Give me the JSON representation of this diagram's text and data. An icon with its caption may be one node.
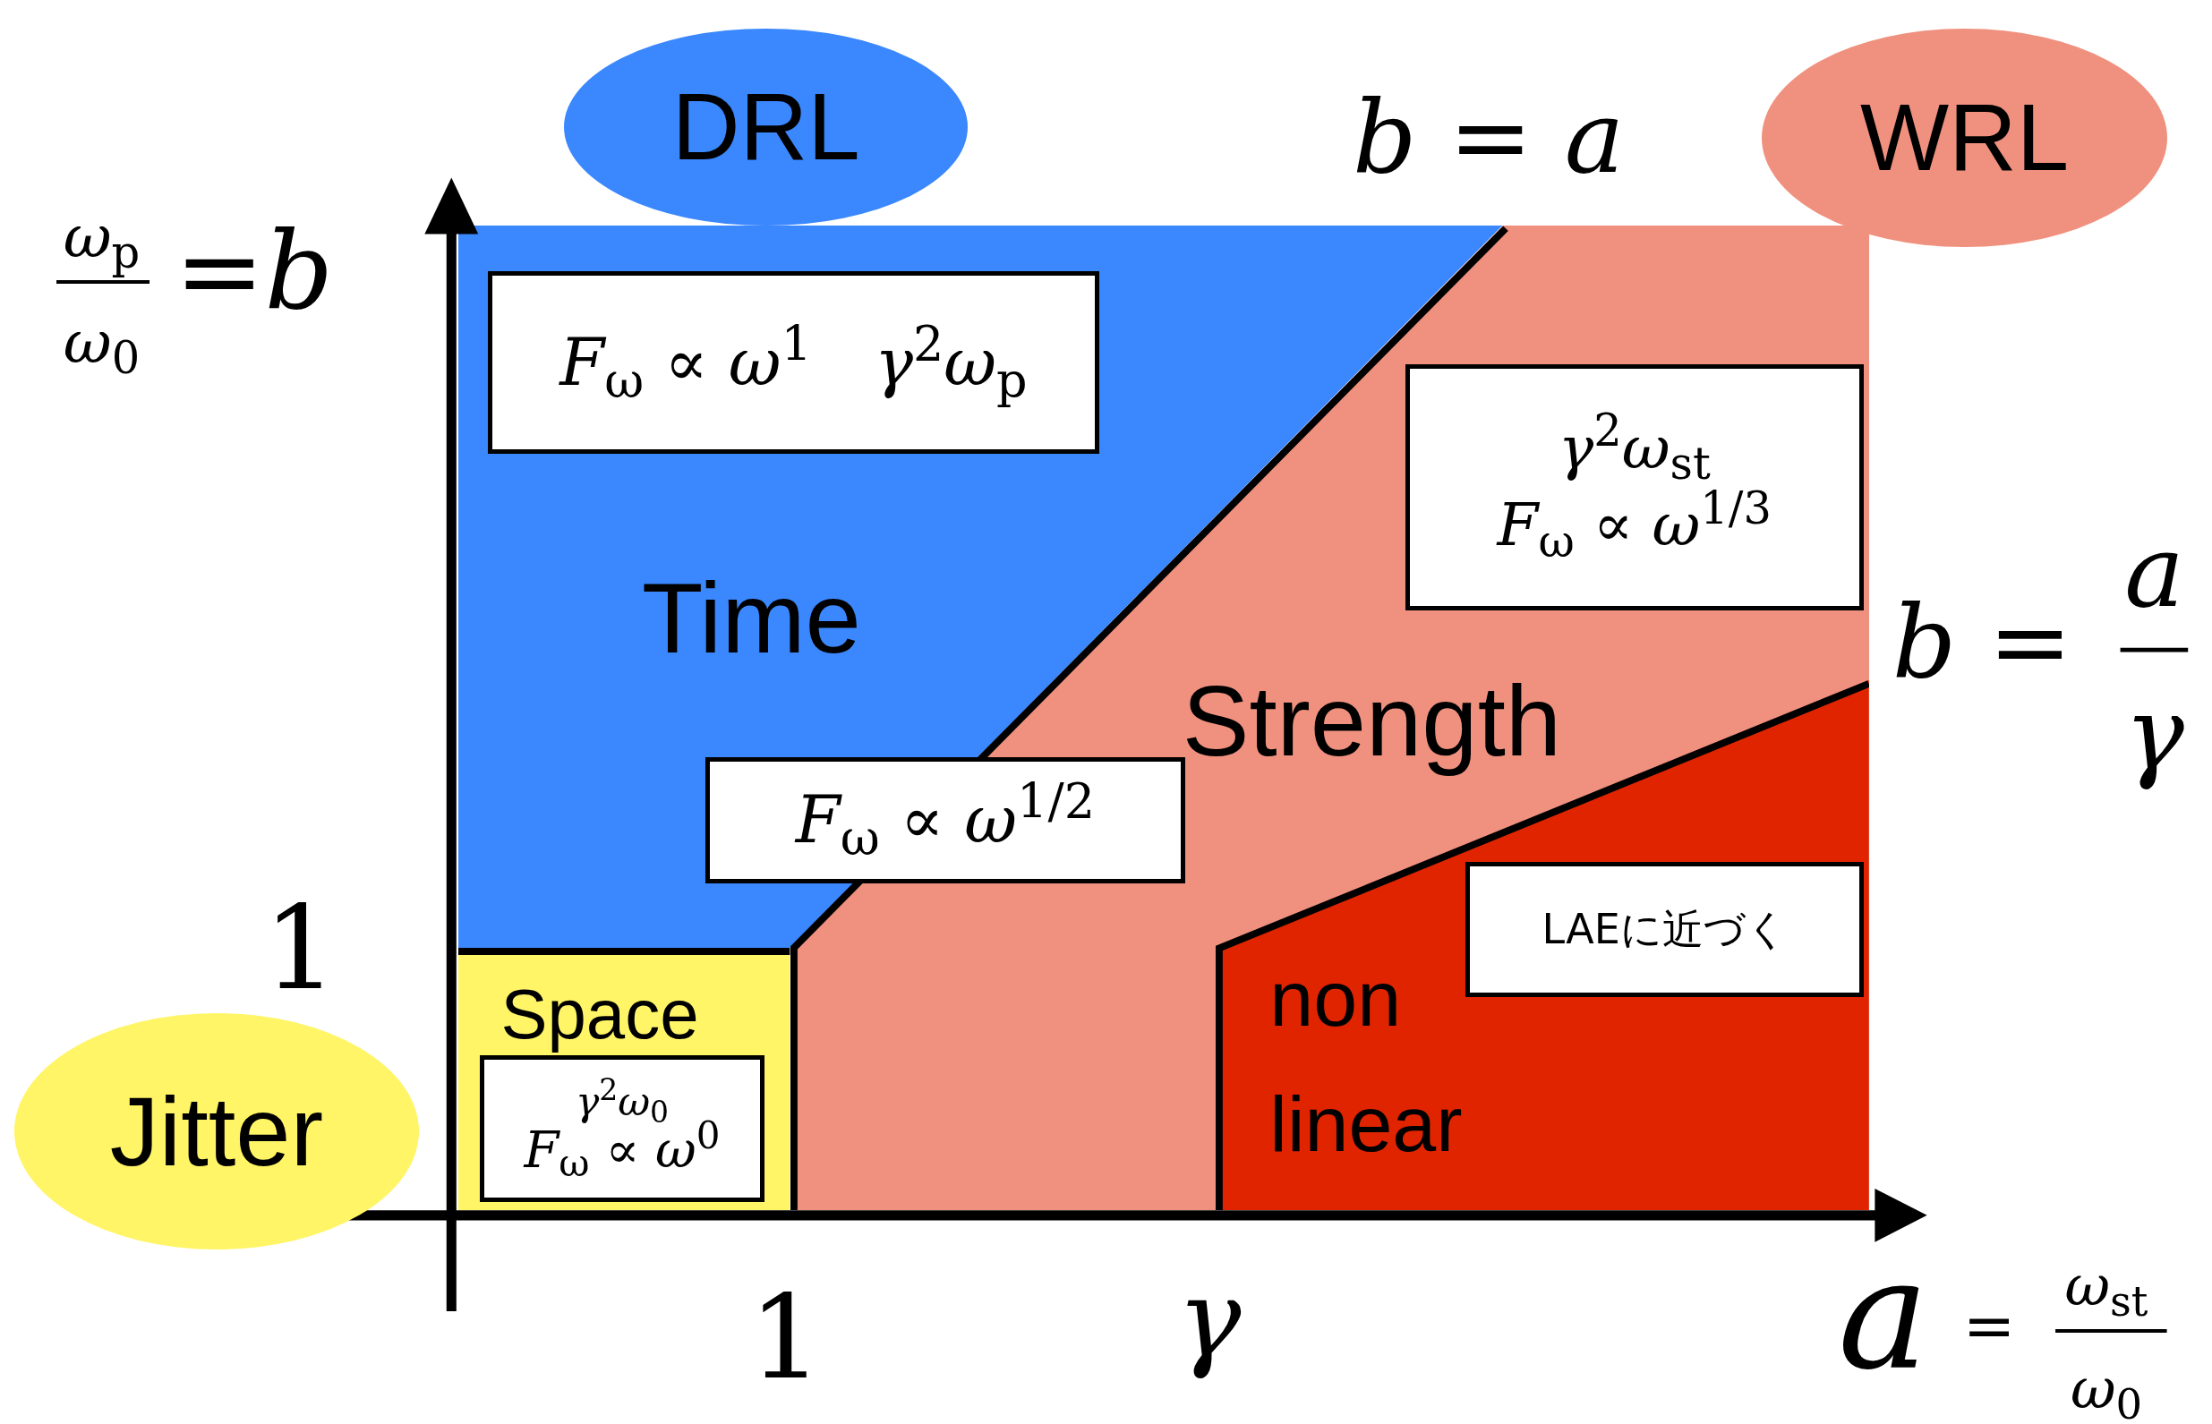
{
  "diagram": {
    "nodes": [
      {
        "text": [
          "DRL"
        ]
      },
      {
        "text": [
          "WRL"
        ]
      },
      {
        "text": [
          "Time"
        ]
      },
      {
        "text": [
          "*F*$_{ω}$ ∝ *ω*$^{1}$",
          "*γ*$^{2}$*ω*$_{p}$"
        ],
        "in": 2
      },
      {
        "text": [
          "Strength"
        ]
      },
      {
        "text": [
          "*γ*$^{2}$*ω*$_{st}$",
          "*F*$_{ω}$ ∝ *ω*$^{1/3}$"
        ],
        "in": 4
      },
      {
        "text": [
          "*F*$_{ω}$ ∝ *ω*$^{1/2}$"
        ]
      },
      {
        "text": [
          "Space"
        ]
      },
      {
        "text": [
          "*γ*$^{2}$*ω*$_{0}$",
          "*F*$_{ω}$ ∝ *ω*$^{0}$"
        ],
        "in": 7
      },
      {
        "text": [
          "non linear"
        ],
        "in": 4
      },
      {
        "text": [
          "LAEに近づく"
        ],
        "in": 9
      },
      {
        "text": [
          "Jitter"
        ]
      }
    ],
    "labels": [
      "*ω*$_{p}$",
      "*ω*$_{0}$",
      "=*b*",
      "*b* = *a*",
      "*b* =",
      "*a*",
      "*γ*",
      "1",
      "1",
      "*γ*",
      "*a*",
      "=",
      "*ω*$_{st}$",
      "*ω*$_{0}$"
    ]
  }
}
